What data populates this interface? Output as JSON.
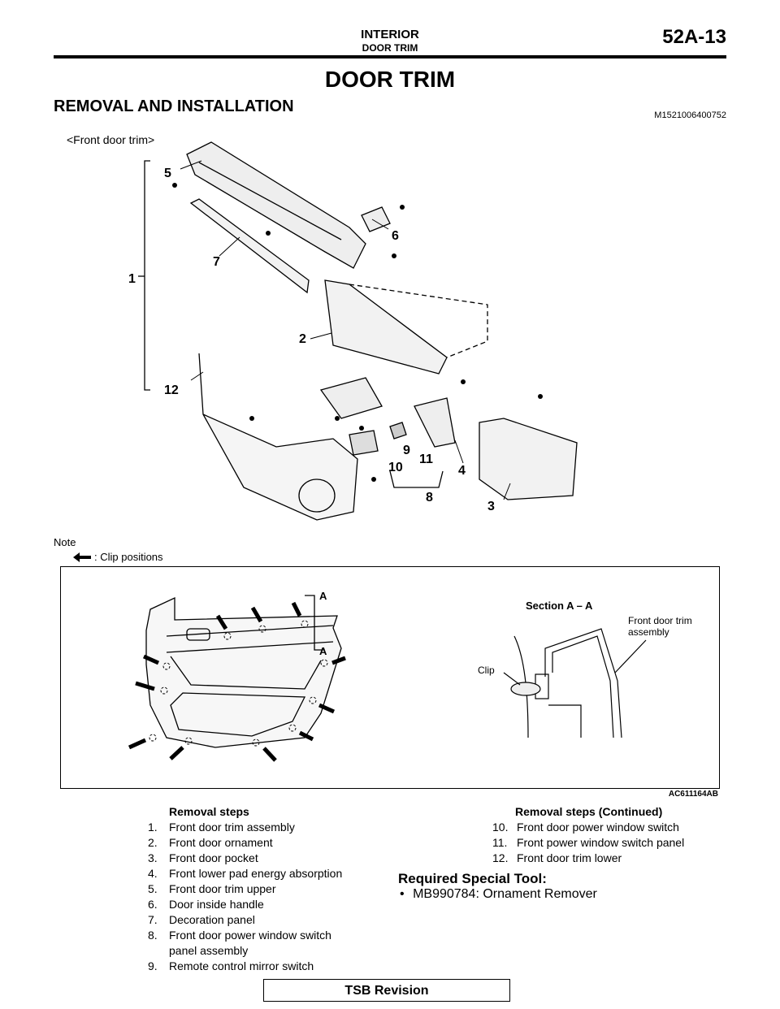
{
  "header": {
    "section": "INTERIOR",
    "subsection": "DOOR TRIM",
    "page": "52A-13"
  },
  "title": "DOOR TRIM",
  "subtitle": "REMOVAL AND INSTALLATION",
  "doc_id": "M1521006400752",
  "figure": {
    "caption": "<Front door trim>",
    "callouts": [
      "1",
      "2",
      "3",
      "4",
      "5",
      "6",
      "7",
      "8",
      "9",
      "10",
      "11",
      "12"
    ],
    "note_label": "Note",
    "note_text": ": Clip positions",
    "marker_a": "A",
    "section_title": "Section A – A",
    "section_label_trim": "Front door trim",
    "section_label_trim2": "assembly",
    "section_label_clip": "Clip",
    "figure_id": "AC611164AB"
  },
  "removal_steps": {
    "heading": "Removal steps",
    "items": [
      {
        "n": "1.",
        "text": "Front door trim assembly"
      },
      {
        "n": "2.",
        "text": "Front door ornament"
      },
      {
        "n": "3.",
        "text": "Front door pocket"
      },
      {
        "n": "4.",
        "text": "Front lower pad energy absorption"
      },
      {
        "n": "5.",
        "text": "Front door trim upper"
      },
      {
        "n": "6.",
        "text": "Door inside handle"
      },
      {
        "n": "7.",
        "text": "Decoration panel"
      },
      {
        "n": "8.",
        "text": "Front door power window switch"
      },
      {
        "n": "",
        "text": "panel assembly"
      },
      {
        "n": "9.",
        "text": "Remote control mirror switch"
      }
    ]
  },
  "removal_steps_continued": {
    "heading": "Removal steps (Continued)",
    "items": [
      {
        "n": "10.",
        "text": "Front door power window switch"
      },
      {
        "n": "11.",
        "text": "Front power window switch panel"
      },
      {
        "n": "12.",
        "text": "Front door trim lower"
      }
    ]
  },
  "special_tool": {
    "title": "Required Special Tool:",
    "item": "MB990784: Ornament Remover"
  },
  "footer": "TSB Revision"
}
